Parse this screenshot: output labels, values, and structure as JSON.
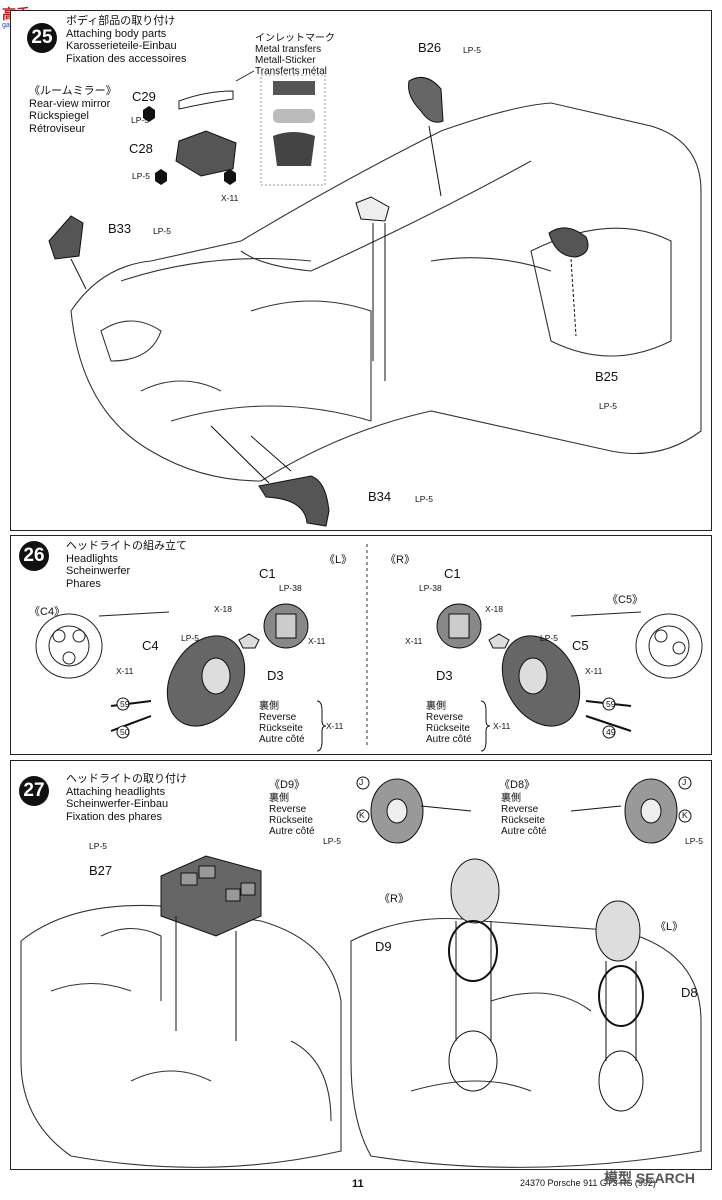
{
  "watermark": {
    "logo_text": "高手",
    "url_text": "gaoshou.com"
  },
  "step25": {
    "number": "25",
    "title_jp": "ボディ部品の取り付け",
    "title_en": "Attaching body parts",
    "title_de": "Karosserieteile-Einbau",
    "title_fr": "Fixation des accessoires",
    "mirror": {
      "jp": "《ルームミラー》",
      "en": "Rear-view mirror",
      "de": "Rückspiegel",
      "fr": "Rétroviseur"
    },
    "transfers": {
      "jp": "インレットマーク",
      "en": "Metal transfers",
      "de": "Metall-Sticker",
      "fr": "Transferts métal"
    },
    "parts": {
      "c29": "C29",
      "c28": "C28",
      "b26": "B26",
      "b33": "B33",
      "b25": "B25",
      "b34": "B34",
      "x11": "X-11"
    },
    "paint": {
      "lp5": "LP-5"
    }
  },
  "step26": {
    "number": "26",
    "title_jp": "ヘッドライトの組み立て",
    "title_en": "Headlights",
    "title_de": "Scheinwerfer",
    "title_fr": "Phares",
    "left_side": "《L》",
    "right_side": "《R》",
    "c4_ref": "《C4》",
    "c5_ref": "《C5》",
    "parts": {
      "c1": "C1",
      "c4": "C4",
      "c5": "C5",
      "d3": "D3",
      "x18": "X-18",
      "x11": "X-11",
      "d59": "59",
      "d50": "50",
      "d49": "49"
    },
    "paint": {
      "lp38": "LP-38",
      "lp5": "LP-5"
    },
    "reverse": {
      "jp": "裏側",
      "en": "Reverse",
      "de": "Rückseite",
      "fr": "Autre côté"
    }
  },
  "step27": {
    "number": "27",
    "title_jp": "ヘッドライトの取り付け",
    "title_en": "Attaching headlights",
    "title_de": "Scheinwerfer-Einbau",
    "title_fr": "Fixation des phares",
    "d9_ref": "《D9》",
    "d8_ref": "《D8》",
    "r_side": "《R》",
    "l_side": "《L》",
    "reverse": {
      "jp": "裏側",
      "en": "Reverse",
      "de": "Rückseite",
      "fr": "Autre côté"
    },
    "parts": {
      "b27": "B27",
      "d9": "D9",
      "d8": "D8",
      "j": "J",
      "k": "K"
    },
    "paint": {
      "lp5": "LP-5"
    }
  },
  "footer": {
    "page_number": "11",
    "catalog": "24370",
    "model": "Porsche 911 GT3 RS (992)",
    "source_logo": "模型 SEARCH"
  }
}
